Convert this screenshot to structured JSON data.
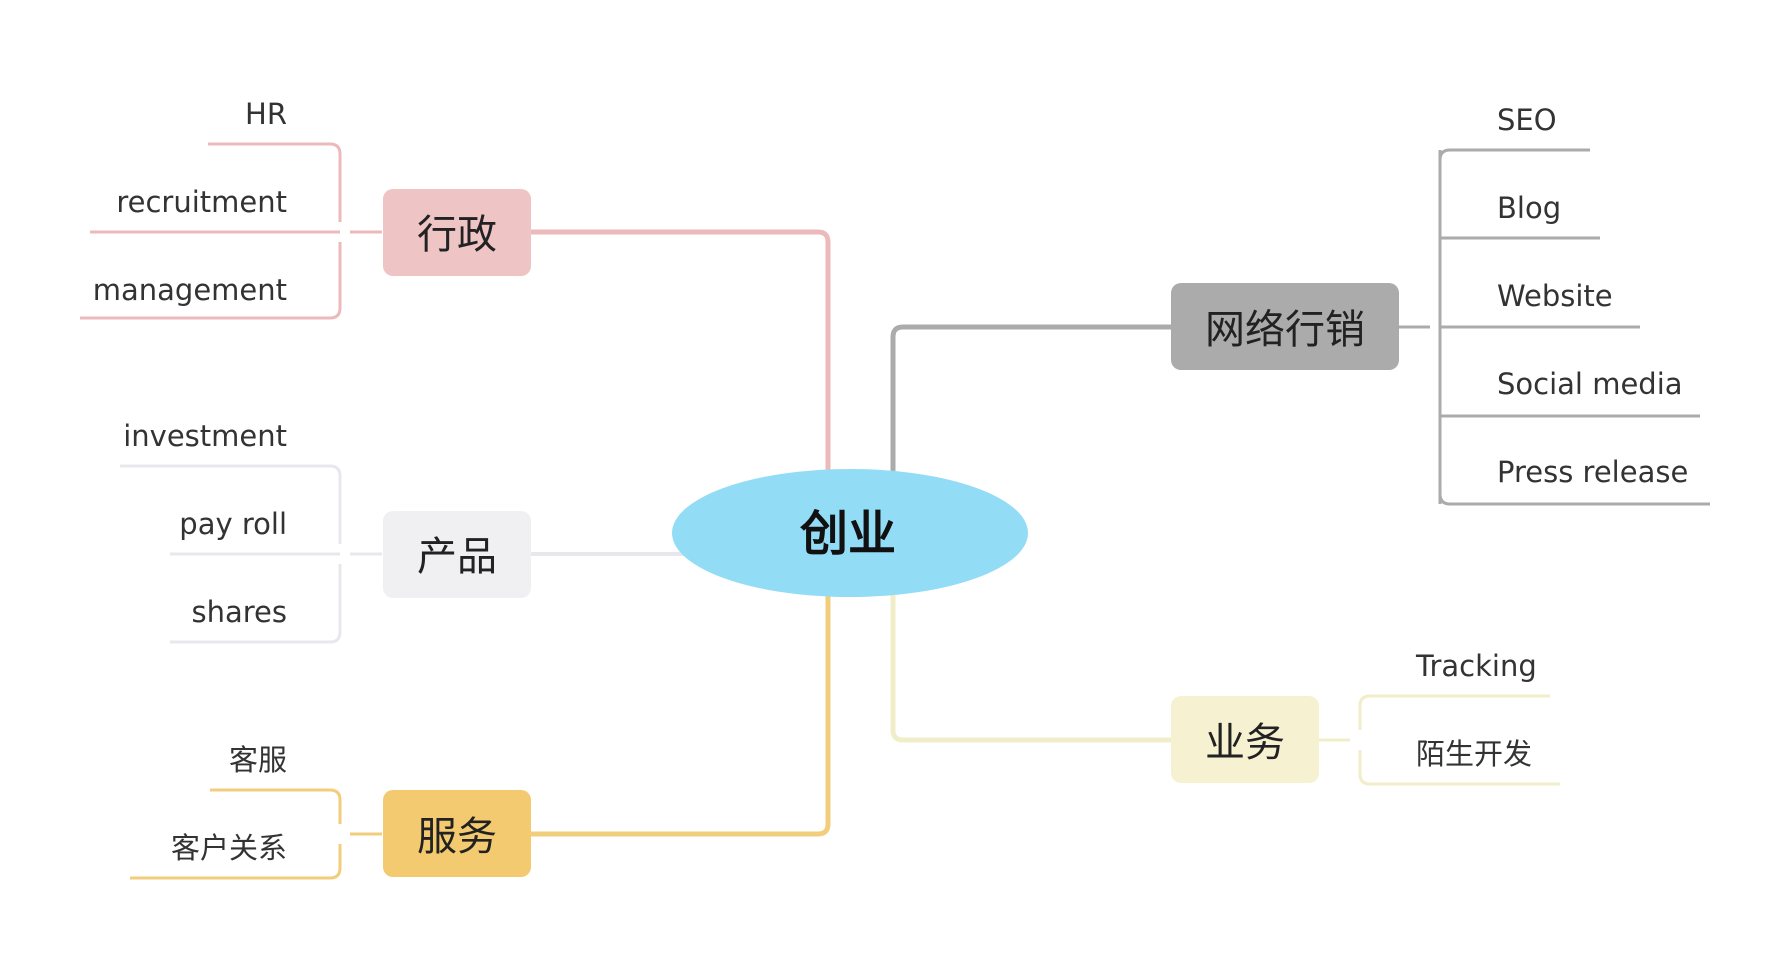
{
  "root": {
    "label": "创业",
    "color": "#93dcf5"
  },
  "branches": [
    {
      "id": "xingzheng",
      "label": "行政",
      "color": "#eec4c4",
      "line_color": "#ecbaba",
      "leaves": [
        "HR",
        "recruitment",
        "management"
      ]
    },
    {
      "id": "chanpin",
      "label": "产品",
      "color": "#f0eff2",
      "line_color": "#e6e6ea",
      "leaves": [
        "investment",
        "pay roll",
        "shares"
      ]
    },
    {
      "id": "fuwu",
      "label": "服务",
      "color": "#f3ca6f",
      "line_color": "#f1cd7c",
      "leaves": [
        "客服",
        "客户关系"
      ]
    },
    {
      "id": "wangluo-yingxiao",
      "label": "网络行销",
      "color": "#ababab",
      "line_color": "#ababab",
      "leaves": [
        "SEO",
        "Blog",
        "Website",
        "Social media",
        "Press release"
      ]
    },
    {
      "id": "yewu",
      "label": "业务",
      "color": "#f6f1d1",
      "line_color": "#f1edc8",
      "leaves": [
        "Tracking",
        "陌生开发"
      ]
    }
  ]
}
